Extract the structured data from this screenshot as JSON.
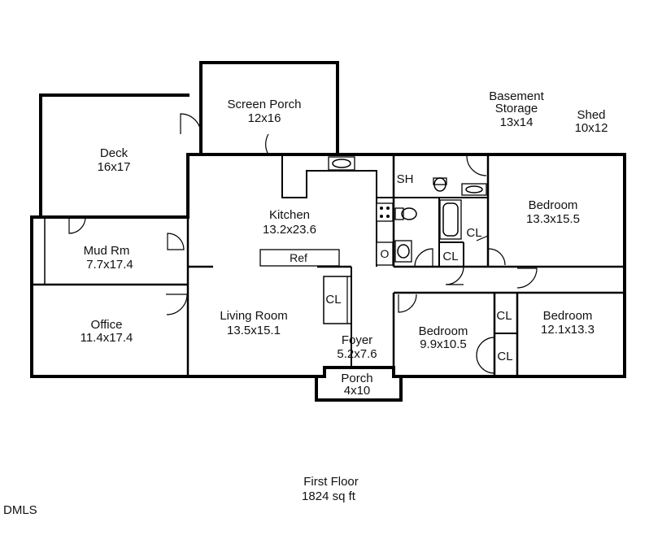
{
  "floor": {
    "name": "First Floor",
    "area": "1824 sq ft"
  },
  "credit": "DMLS",
  "outside_labels": {
    "basement": {
      "line1": "Basement",
      "line2": "Storage",
      "dims": "13x14"
    },
    "shed": {
      "name": "Shed",
      "dims": "10x12"
    }
  },
  "rooms": {
    "screen_porch": {
      "name": "Screen Porch",
      "dims": "12x16"
    },
    "deck": {
      "name": "Deck",
      "dims": "16x17"
    },
    "kitchen": {
      "name": "Kitchen",
      "dims": "13.2x23.6"
    },
    "mud_room": {
      "name": "Mud Rm",
      "dims": "7.7x17.4"
    },
    "office": {
      "name": "Office",
      "dims": "11.4x17.4"
    },
    "living_room": {
      "name": "Living Room",
      "dims": "13.5x15.1"
    },
    "foyer": {
      "name": "Foyer",
      "dims": "5.2x7.6"
    },
    "porch": {
      "name": "Porch",
      "dims": "4x10"
    },
    "bedroom_ne": {
      "name": "Bedroom",
      "dims": "13.3x15.5"
    },
    "bedroom_center": {
      "name": "Bedroom",
      "dims": "9.9x10.5"
    },
    "bedroom_se": {
      "name": "Bedroom",
      "dims": "12.1x13.3"
    }
  },
  "labels": {
    "sh": "SH",
    "ref": "Ref",
    "oven": "O",
    "closet": "CL"
  }
}
